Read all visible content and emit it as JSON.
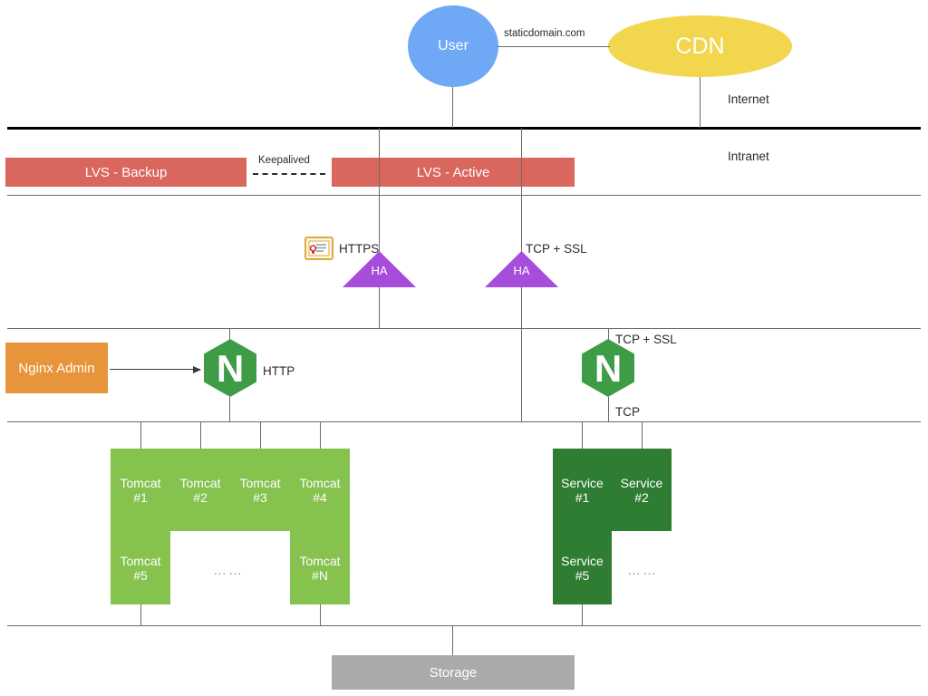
{
  "diagram": {
    "title": "Web architecture: CDN / LVS / HA / Nginx / Tomcat / Services / Storage",
    "zones": {
      "internet_label": "Internet",
      "intranet_label": "Intranet"
    },
    "nodes": {
      "user": {
        "label": "User",
        "color": "#6FA8F5"
      },
      "cdn": {
        "label": "CDN",
        "color": "#F2D74E"
      },
      "lvs_backup": {
        "label": "LVS - Backup",
        "color": "#D9675D"
      },
      "lvs_active": {
        "label": "LVS - Active",
        "color": "#D9675D"
      },
      "ha_left": {
        "label": "HA",
        "color": "#A64DDB"
      },
      "ha_right": {
        "label": "HA",
        "color": "#A64DDB"
      },
      "nginx_left": {
        "label": "N",
        "color": "#3E9B46"
      },
      "nginx_right": {
        "label": "N",
        "color": "#3E9B46"
      },
      "nginx_admin": {
        "label": "Nginx Admin",
        "color": "#E8943A"
      },
      "storage": {
        "label": "Storage",
        "color": "#AAAAAA"
      }
    },
    "tomcats": {
      "color": "#85C24E",
      "row1": [
        "Tomcat\n#1",
        "Tomcat\n#2",
        "Tomcat\n#3",
        "Tomcat\n#4"
      ],
      "row2_first": "Tomcat\n#5",
      "row2_last": "Tomcat\n#N",
      "ellipsis": "……"
    },
    "services": {
      "color": "#2E7D32",
      "row1": [
        "Service\n#1",
        "Service\n#2"
      ],
      "row2_first": "Service\n#5",
      "ellipsis": "……"
    },
    "edge_labels": {
      "staticdomain": "staticdomain.com",
      "keepalived": "Keepalived",
      "https": "HTTPS",
      "tcp_ssl_left": "TCP + SSL",
      "http": "HTTP",
      "tcp_ssl_right": "TCP + SSL",
      "tcp_right": "TCP"
    },
    "icons": {
      "certificate": "certificate-icon"
    }
  }
}
